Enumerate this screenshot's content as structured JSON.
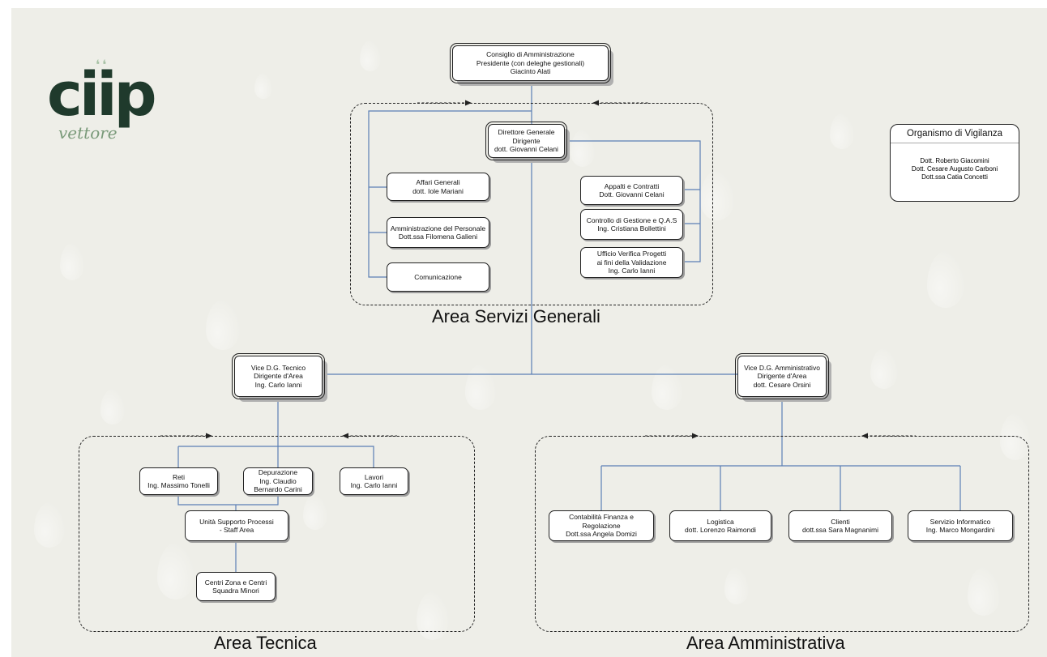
{
  "logo": {
    "main": "ciip",
    "sub": "vettore"
  },
  "board": {
    "lines": [
      "Consiglio di Amministrazione",
      "Presidente (con deleghe gestionali)",
      "Giacinto Alati"
    ]
  },
  "director": {
    "lines": [
      "Direttore Generale",
      "Dirigente",
      "dott. Giovanni Celani"
    ]
  },
  "oversight": {
    "title": "Organismo di Vigilanza",
    "lines": [
      "Dott. Roberto Giacomini",
      "Dott. Cesare Augusto Carboni",
      "Dott.ssa Catia Concetti"
    ]
  },
  "areas": {
    "servizi_generali": {
      "title": "Area Servizi Generali",
      "left_units": [
        {
          "lines": [
            "Affari Generali",
            "dott. Iole Mariani"
          ]
        },
        {
          "lines": [
            "Amministrazione del Personale",
            "Dott.ssa Filomena Galieni"
          ]
        },
        {
          "lines": [
            "Comunicazione"
          ]
        }
      ],
      "right_units": [
        {
          "lines": [
            "Appalti e Contratti",
            "Dott. Giovanni Celani"
          ]
        },
        {
          "lines": [
            "Controllo di Gestione e Q.A.S",
            "Ing. Cristiana Bollettini"
          ]
        },
        {
          "lines": [
            "Ufficio Verifica Progetti",
            "ai fini della Validazione",
            "Ing. Carlo Ianni"
          ]
        }
      ]
    },
    "tecnica": {
      "title": "Area Tecnica",
      "head": {
        "lines": [
          "Vice D.G. Tecnico",
          "Dirigente d'Area",
          "Ing. Carlo Ianni"
        ]
      },
      "units": [
        {
          "lines": [
            "Reti",
            "Ing. Massimo Tonelli"
          ]
        },
        {
          "lines": [
            "Depurazione",
            "Ing. Claudio",
            "Bernardo Carini"
          ]
        },
        {
          "lines": [
            "Lavori",
            "Ing. Carlo Ianni"
          ]
        }
      ],
      "support": {
        "lines": [
          "Unità Supporto Processi",
          "- Staff Area"
        ]
      },
      "centers": {
        "lines": [
          "Centri Zona e Centri",
          "Squadra Minori"
        ]
      }
    },
    "amministrativa": {
      "title": "Area Amministrativa",
      "head": {
        "lines": [
          "Vice D.G. Amministrativo",
          "Dirigente d'Area",
          "dott. Cesare Orsini"
        ]
      },
      "units": [
        {
          "lines": [
            "Contabilità Finanza e",
            "Regolazione",
            "Dott.ssa Angela Domizi"
          ]
        },
        {
          "lines": [
            "Logistica",
            "dott. Lorenzo Raimondi"
          ]
        },
        {
          "lines": [
            "Clienti",
            "dott.ssa Sara Magnanimi"
          ]
        },
        {
          "lines": [
            "Servizio Informatico",
            "Ing. Marco Mongardini"
          ]
        }
      ]
    }
  },
  "colors": {
    "connector": "#5b7fb5",
    "background": "#eeeee8",
    "logo": "#1f3a2c"
  }
}
